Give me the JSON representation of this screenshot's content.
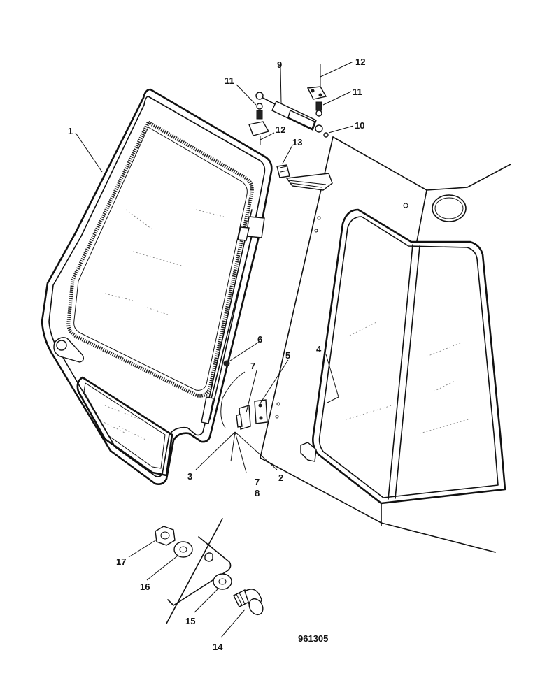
{
  "drawing_number": "961305",
  "callouts": [
    {
      "id": "c1",
      "label": "1"
    },
    {
      "id": "c2",
      "label": "2"
    },
    {
      "id": "c3",
      "label": "3"
    },
    {
      "id": "c4",
      "label": "4"
    },
    {
      "id": "c5",
      "label": "5"
    },
    {
      "id": "c6",
      "label": "6"
    },
    {
      "id": "c7a",
      "label": "7"
    },
    {
      "id": "c7b",
      "label": "7"
    },
    {
      "id": "c8",
      "label": "8"
    },
    {
      "id": "c9",
      "label": "9"
    },
    {
      "id": "c10",
      "label": "10"
    },
    {
      "id": "c11a",
      "label": "11"
    },
    {
      "id": "c11b",
      "label": "11"
    },
    {
      "id": "c12a",
      "label": "12"
    },
    {
      "id": "c12b",
      "label": "12"
    },
    {
      "id": "c13",
      "label": "13"
    },
    {
      "id": "c14",
      "label": "14"
    },
    {
      "id": "c15",
      "label": "15"
    },
    {
      "id": "c16",
      "label": "16"
    },
    {
      "id": "c17",
      "label": "17"
    }
  ]
}
